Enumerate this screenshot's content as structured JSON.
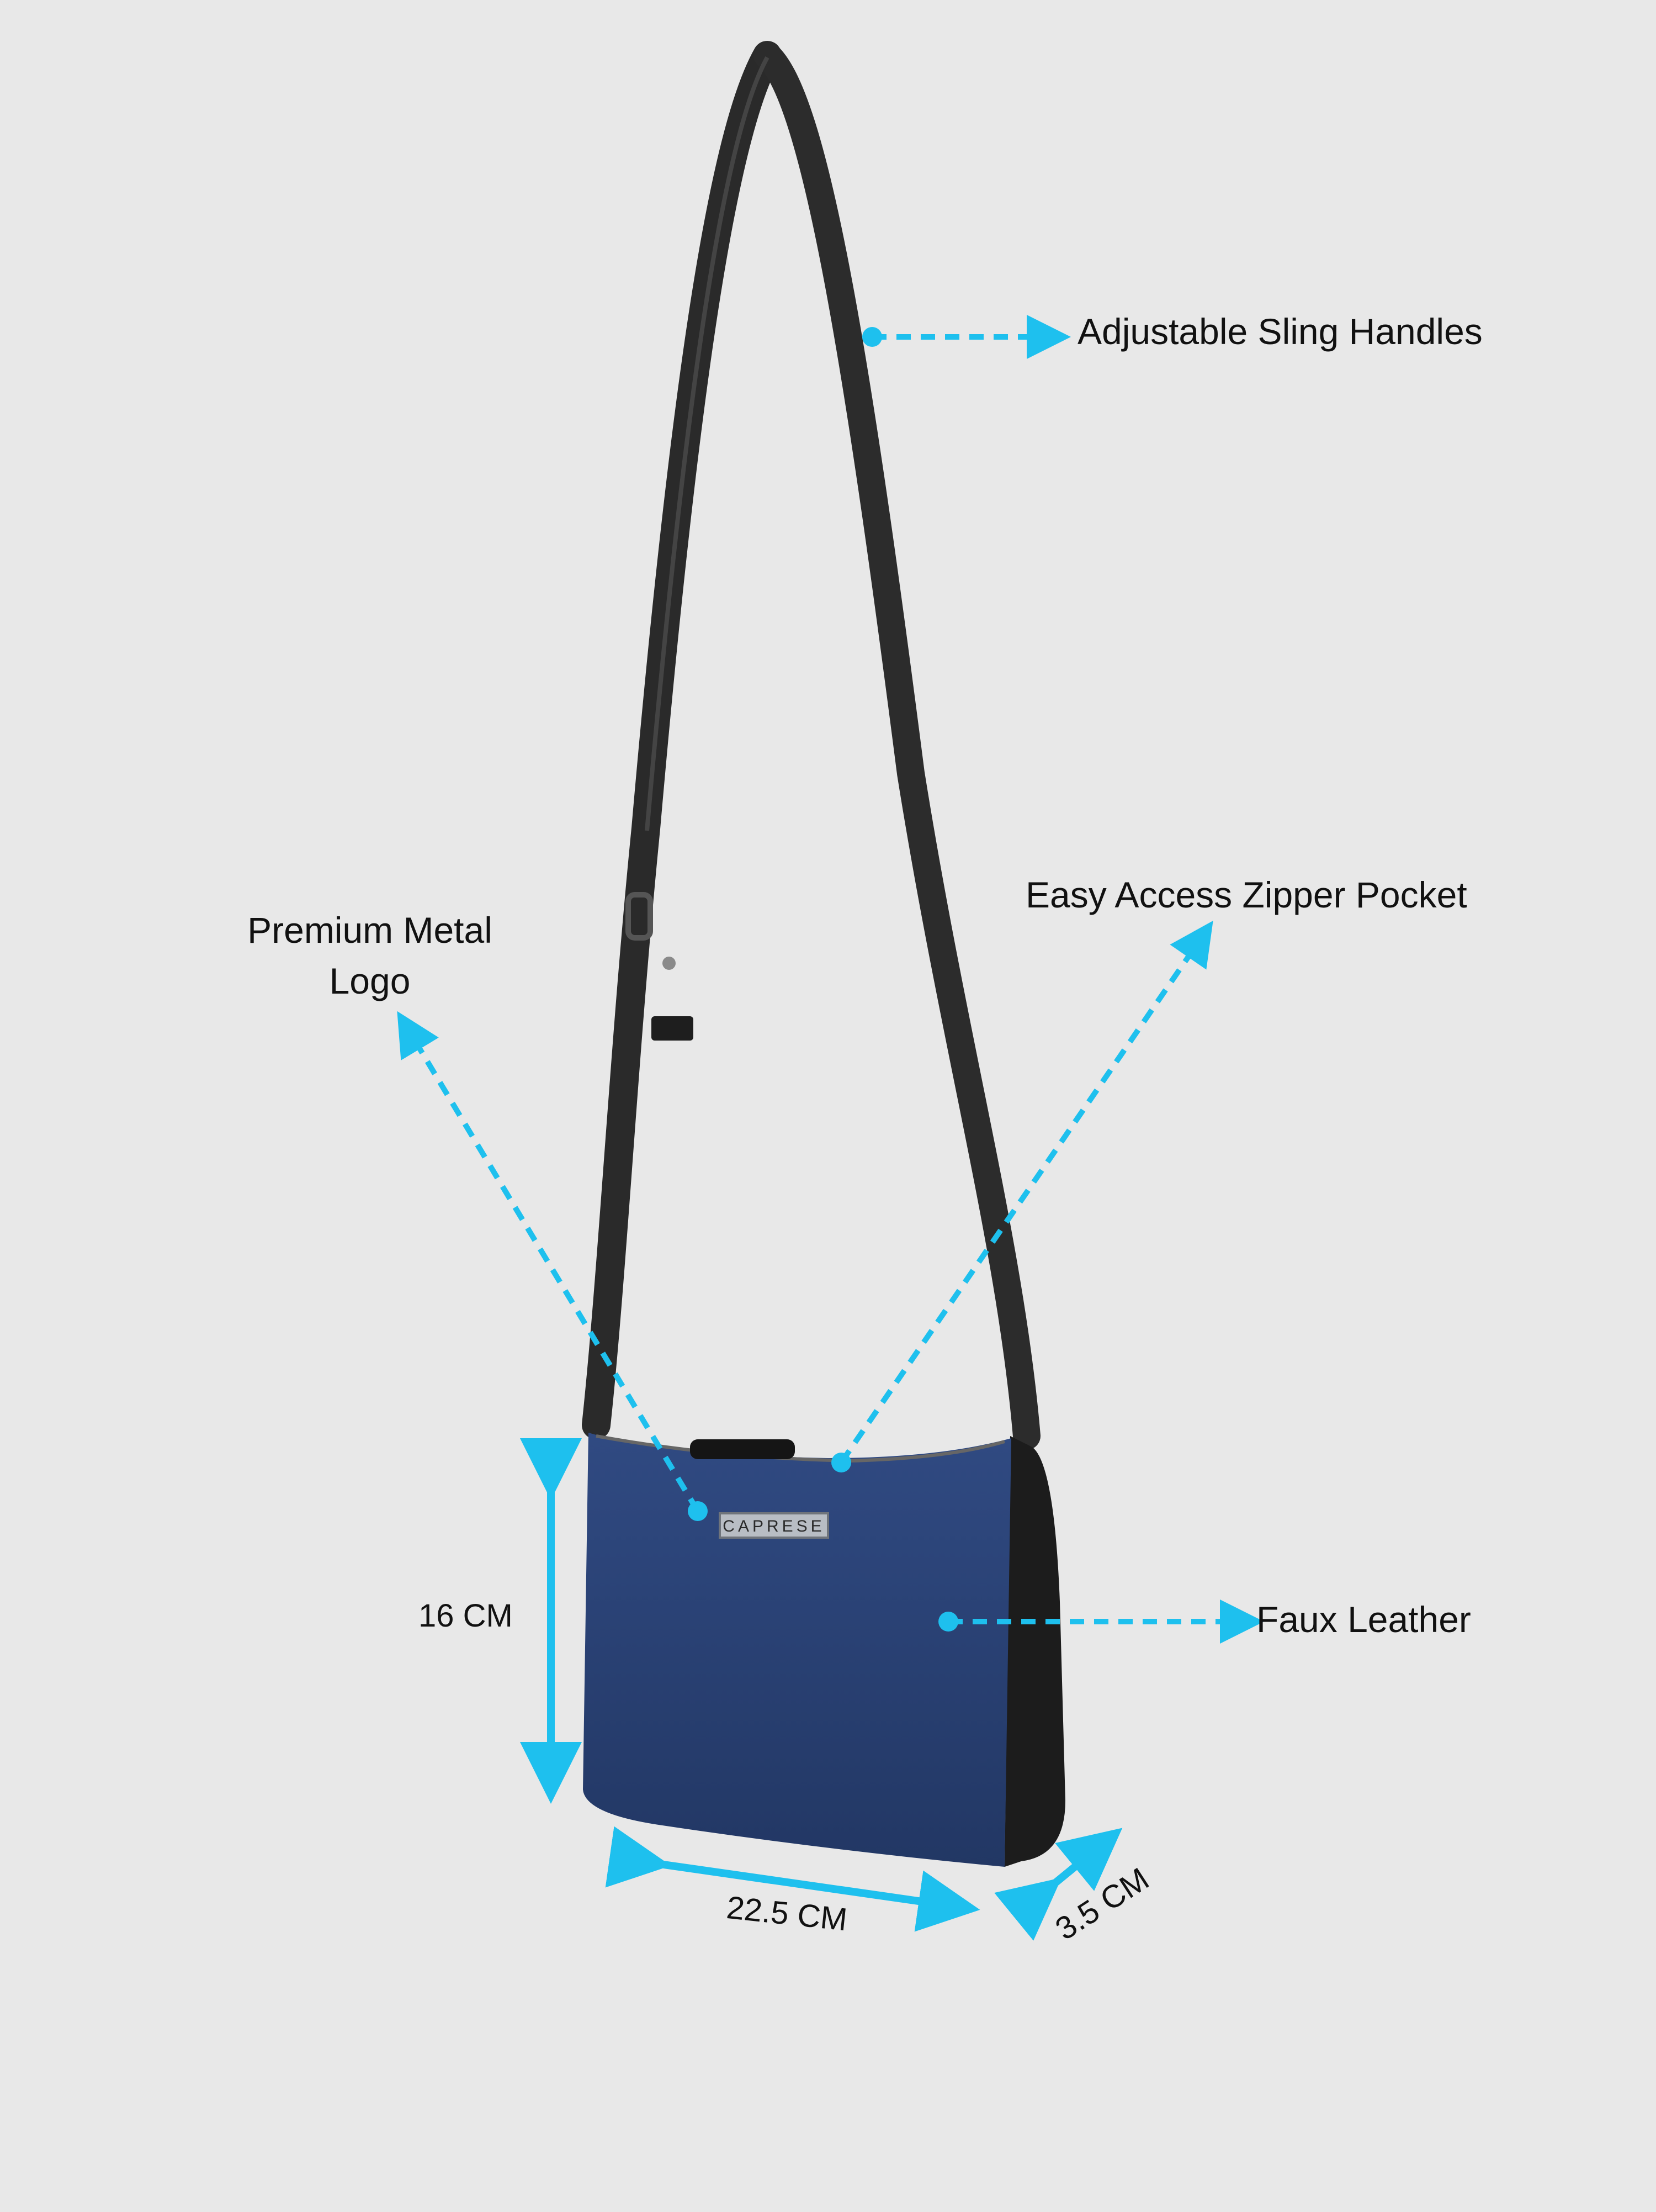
{
  "image": {
    "background_color": "#e8e8e8",
    "brand_plate": "CAPRESE",
    "accent_color": "#1ec0ee",
    "bag_colors": {
      "front": "#2a4275",
      "side": "#1c1c1c",
      "strap": "#2a2a2a"
    }
  },
  "features": {
    "logo": "Premium Metal Logo",
    "sling": "Adjustable Sling Handles",
    "zipper": "Easy Access Zipper Pocket",
    "leather": "Faux Leather"
  },
  "dimensions": {
    "height": "16 CM",
    "width": "22.5 CM",
    "depth": "3.5 CM"
  }
}
